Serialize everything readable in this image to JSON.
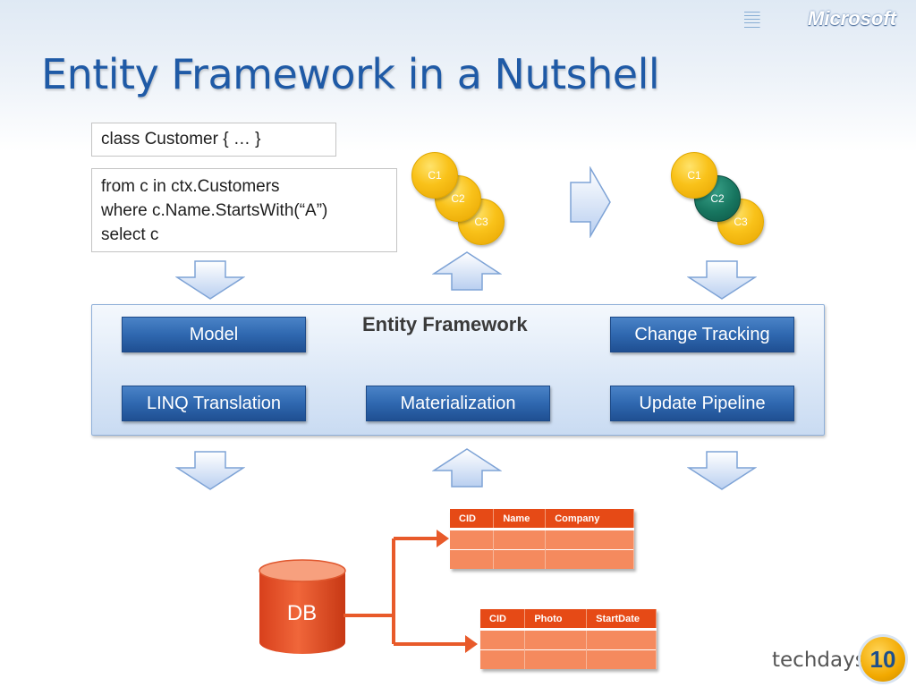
{
  "slide": {
    "title": "Entity Framework in a Nutshell",
    "brand": "Microsoft",
    "event": "techdays",
    "event_badge": "10"
  },
  "code": {
    "class_def": "class Customer { … }",
    "query_lines": [
      "from c in ctx.Customers",
      "where c.Name.StartsWith(“A”)",
      "select c"
    ]
  },
  "objects_left": [
    "C1",
    "C2",
    "C3"
  ],
  "objects_right": [
    "C1",
    "C2",
    "C3"
  ],
  "entity_framework": {
    "title": "Entity Framework",
    "components": [
      "Model",
      "Change Tracking",
      "LINQ Translation",
      "Materialization",
      "Update Pipeline"
    ]
  },
  "db": {
    "label": "DB"
  },
  "tables": [
    {
      "columns": [
        "CID",
        "Name",
        "Company"
      ],
      "rows": [
        [
          "",
          "",
          ""
        ],
        [
          "",
          "",
          ""
        ]
      ]
    },
    {
      "columns": [
        "CID",
        "Photo",
        "StartDate"
      ],
      "rows": [
        [
          "",
          "",
          ""
        ],
        [
          "",
          "",
          ""
        ]
      ]
    }
  ],
  "colors": {
    "title": "#1f5aa6",
    "component_block": "#2f68b0",
    "object_yellow": "#f9c21a",
    "object_changed": "#17755f",
    "table_header": "#e64a16",
    "db": "#e8502a"
  }
}
